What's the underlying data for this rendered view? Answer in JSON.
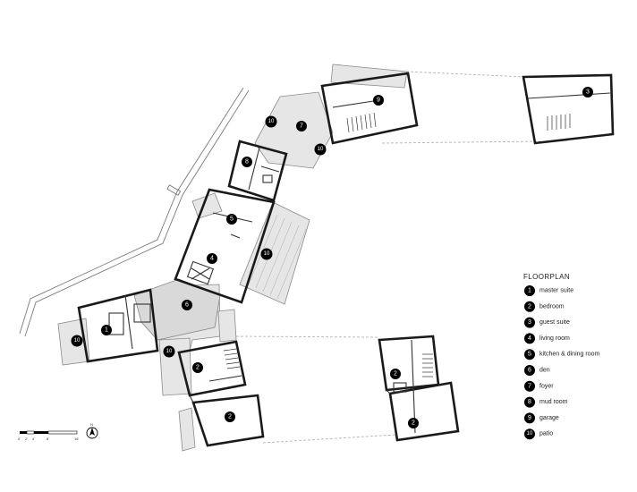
{
  "legend": {
    "title": "FLOORPLAN",
    "items": [
      {
        "num": "1",
        "label": "master suite"
      },
      {
        "num": "2",
        "label": "bedroom"
      },
      {
        "num": "3",
        "label": "guest suite"
      },
      {
        "num": "4",
        "label": "living room"
      },
      {
        "num": "5",
        "label": "kitchen & dining room"
      },
      {
        "num": "6",
        "label": "den"
      },
      {
        "num": "7",
        "label": "foyer"
      },
      {
        "num": "8",
        "label": "mud room"
      },
      {
        "num": "9",
        "label": "garage"
      },
      {
        "num": "10",
        "label": "patio"
      }
    ]
  },
  "markers": {
    "m1": "1",
    "m2a": "2",
    "m2b": "2",
    "m2c": "2",
    "m2d": "2",
    "m3": "3",
    "m4": "4",
    "m5": "5",
    "m6": "6",
    "m7": "7",
    "m8": "8",
    "m9": "9",
    "m10a": "10",
    "m10b": "10",
    "m10c": "10",
    "m10d": "10",
    "m10e": "10"
  },
  "scale_bar": {
    "ticks": [
      "0'",
      "2'",
      "4'",
      "8'",
      "16'"
    ],
    "north": "N"
  }
}
